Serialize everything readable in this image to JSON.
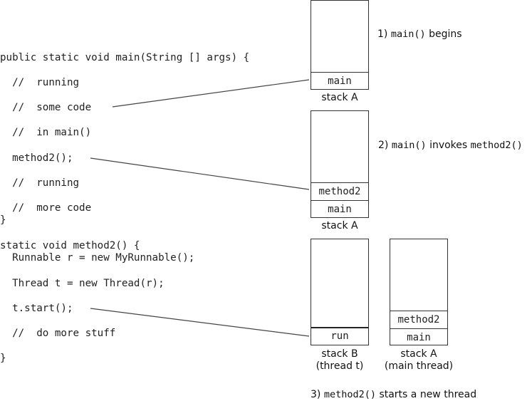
{
  "code_lines": [
    "public static void main(String [] args) {",
    "  //  running",
    "  //  some code",
    "  //  in main()",
    "  method2();",
    "  //  running",
    "  //  more code",
    "}",
    "static void method2() {",
    "  Runnable r = new MyRunnable();",
    "  Thread t = new Thread(r);",
    "  t.start();",
    "  //  do more stuff",
    "}"
  ],
  "stacks": {
    "s1": {
      "label": "stack A",
      "frames": [
        "main"
      ]
    },
    "s2": {
      "label": "stack A",
      "frames": [
        "method2",
        "main"
      ]
    },
    "s3": {
      "label_line1": "stack B",
      "label_line2": "(thread t)",
      "frames": [
        "run"
      ]
    },
    "s4": {
      "label_line1": "stack A",
      "label_line2": "(main thread)",
      "frames": [
        "method2",
        "main"
      ]
    }
  },
  "captions": {
    "c1": {
      "num": "1)",
      "code": "main()",
      "text": "begins"
    },
    "c2": {
      "num": "2)",
      "code": "main()",
      "text": "invokes",
      "code2": "method2()"
    },
    "c3": {
      "num": "3)",
      "code": "method2()",
      "text": "starts a new thread"
    }
  }
}
